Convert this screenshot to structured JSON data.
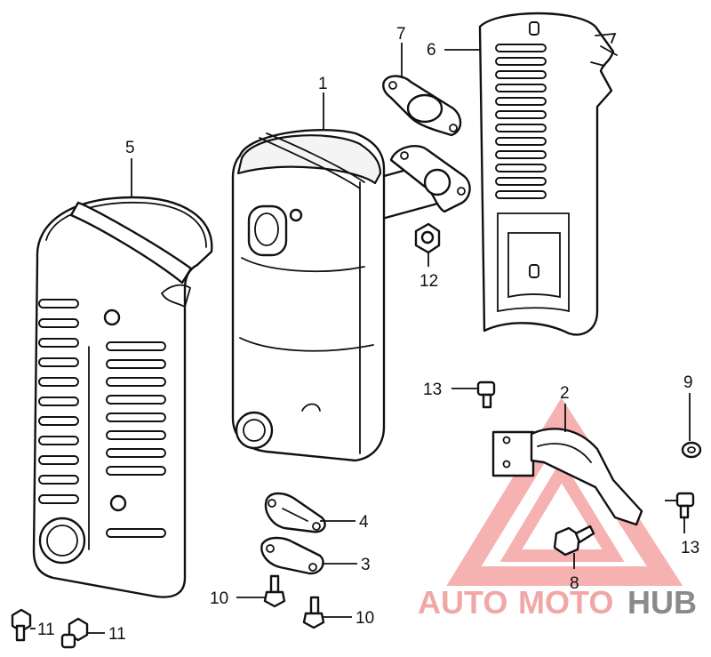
{
  "diagram": {
    "callouts": [
      {
        "id": "c1",
        "text": "1"
      },
      {
        "id": "c2",
        "text": "2"
      },
      {
        "id": "c3",
        "text": "3"
      },
      {
        "id": "c4",
        "text": "4"
      },
      {
        "id": "c5",
        "text": "5"
      },
      {
        "id": "c6",
        "text": "6"
      },
      {
        "id": "c7",
        "text": "7"
      },
      {
        "id": "c8",
        "text": "8"
      },
      {
        "id": "c9",
        "text": "9"
      },
      {
        "id": "c10a",
        "text": "10"
      },
      {
        "id": "c10b",
        "text": "10"
      },
      {
        "id": "c11a",
        "text": "11"
      },
      {
        "id": "c11b",
        "text": "11"
      },
      {
        "id": "c12",
        "text": "12"
      },
      {
        "id": "c13a",
        "text": "13"
      },
      {
        "id": "c13b",
        "text": "13"
      }
    ]
  },
  "watermark": {
    "part1": "AUTO",
    "part2": "MOTO",
    "part3": "HUB",
    "colors": {
      "red": "#f2a7a7",
      "gray": "#8a8a8a"
    }
  }
}
